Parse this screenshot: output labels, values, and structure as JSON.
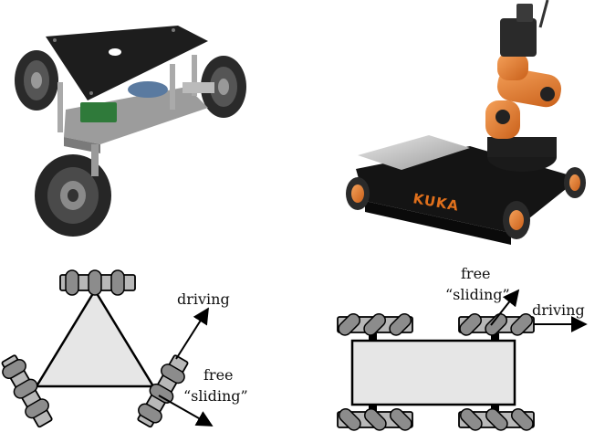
{
  "labels": {
    "tri_driving": "driving",
    "tri_free": "free",
    "tri_sliding": "“sliding”",
    "rect_free": "free",
    "rect_sliding": "“sliding”",
    "rect_driving": "driving"
  },
  "brand_text": "KUKA",
  "colors": {
    "kuka_orange": "#e0701c",
    "platform_gray": "#e6e6e6",
    "wheel_gray": "#b8b8b8",
    "roller_dark": "#8c8c8c",
    "line": "#000000"
  }
}
